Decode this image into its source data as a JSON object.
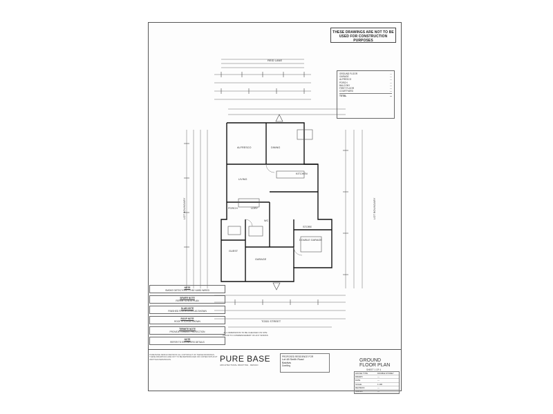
{
  "warning": {
    "line1": "THESE DRAWINGS ARE NOT TO BE",
    "line2": "USED FOR CONSTRUCTION PURPOSES"
  },
  "site": {
    "street_top": "REID LANE",
    "street_bottom": "TODD STREET",
    "boundary_left": "LOT BOUNDARY",
    "boundary_right": "LOT BOUNDARY"
  },
  "areas": [
    {
      "label": "GROUND FLOOR",
      "value": "---"
    },
    {
      "label": "GARAGE",
      "value": "---"
    },
    {
      "label": "ALFRESCO",
      "value": "---"
    },
    {
      "label": "PORCH",
      "value": "---"
    },
    {
      "label": "BALCONY",
      "value": "---"
    },
    {
      "label": "FIRST FLOOR",
      "value": "---"
    },
    {
      "label": "COURTYARD",
      "value": "---"
    },
    {
      "label": "TOTAL",
      "value": "---"
    }
  ],
  "rooms": [
    {
      "name": "ALFRESCO"
    },
    {
      "name": "DINING"
    },
    {
      "name": "KITCHEN"
    },
    {
      "name": "LIVING"
    },
    {
      "name": "PORCH"
    },
    {
      "name": "GUEST"
    },
    {
      "name": "GARAGE"
    },
    {
      "name": "STORE"
    },
    {
      "name": "DOUBLE GARAGE"
    },
    {
      "name": "LDRY"
    },
    {
      "name": "WC"
    }
  ],
  "notes": [
    {
      "title": "NOTE",
      "body": "SMOKE DETECTORS TO BE HARD WIRED"
    },
    {
      "title": "SEWER NOTE",
      "body": "REFER TO SITE PLAN"
    },
    {
      "title": "SLAB NOTE",
      "body": "FINISHED FLOOR LEVEL AS SHOWN"
    },
    {
      "title": "ROOF NOTE",
      "body": "ROOF PITCH AS SHOWN"
    },
    {
      "title": "TERMITE NOTE",
      "body": "PROVIDE TERMITE PROTECTION"
    },
    {
      "title": "NOTE",
      "body": "REFER TO ENGINEERS DETAILS"
    }
  ],
  "copyright_note": "ALL DIMENSIONS TO BE CHECKED ON SITE PRIOR TO COMMENCEMENT OF ANY WORKS",
  "disclaimer": "PURE BASE DESIGN RETAINS ALL COPYRIGHT OF THESE DRAWINGS. THESE DRAWINGS ARE NOT TO BE REPRODUCED OR COPIED WITHOUT WRITTEN PERMISSION.",
  "brand": {
    "name": "PURE BASE",
    "sub": "ARCHITECTURAL DRAFTING · DESIGN"
  },
  "client": {
    "line1": "PROPOSED RESIDENCE FOR",
    "line2": "Lot 48 Smith Road",
    "line3": "Baldivis",
    "line4": "Dwelling"
  },
  "sheet": {
    "title1": "GROUND",
    "title2": "FLOOR PLAN",
    "number": "SHEET 1 OF 4"
  },
  "info": [
    {
      "k": "HOUSE TYPE",
      "v": "DOUBLE STOREY"
    },
    {
      "k": "DRAWN",
      "v": "---"
    },
    {
      "k": "DATE",
      "v": "---"
    },
    {
      "k": "SCALE",
      "v": "1:100"
    },
    {
      "k": "REVISION",
      "v": "---"
    },
    {
      "k": "JOB NO.",
      "v": "---"
    }
  ]
}
